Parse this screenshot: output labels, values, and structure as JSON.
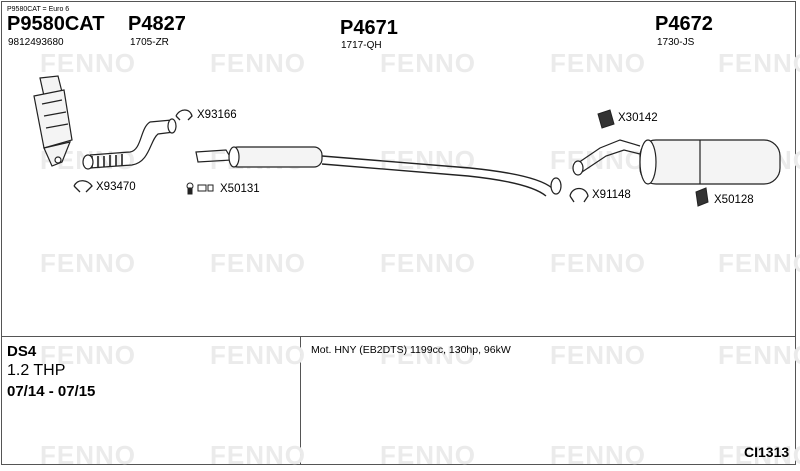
{
  "header_note": "P9580CAT = Euro 6",
  "parts": [
    {
      "number": "P9580CAT",
      "sub": "9812493680"
    },
    {
      "number": "P4827",
      "sub": "1705-ZR"
    },
    {
      "number": "P4671",
      "sub": "1717-QH"
    },
    {
      "number": "P4672",
      "sub": "1730-JS"
    }
  ],
  "accessories": [
    "X93166",
    "X93470",
    "X50131",
    "X30142",
    "X91148",
    "X50128"
  ],
  "watermark": "FENNO",
  "vehicle": {
    "model": "DS4",
    "engine": "1.2 THP",
    "years": "07/14 - 07/15"
  },
  "motor": "Mot. HNY (EB2DTS) 1199cc, 130hp, 96kW",
  "diagram_code": "CI1313"
}
